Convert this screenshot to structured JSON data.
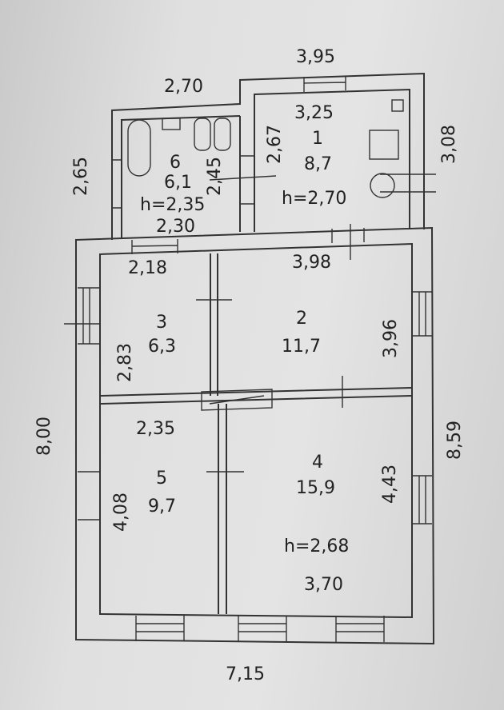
{
  "plan": {
    "kitchen": {
      "number": "1",
      "area": "8,7",
      "width": "3,25",
      "depth": "2,67",
      "height": "h=2,70"
    },
    "bathroom": {
      "number": "6",
      "area": "6,1",
      "width": "2,30",
      "depth": "2,45",
      "height": "h=2,35"
    },
    "room2": {
      "number": "2",
      "area": "11,7",
      "width": "3,98",
      "depth": "3,96"
    },
    "room3": {
      "number": "3",
      "area": "6,3",
      "width": "2,18",
      "depth": "2,83"
    },
    "room4": {
      "number": "4",
      "area": "15,9",
      "width": "3,70",
      "depth": "4,43",
      "height": "h=2,68"
    },
    "room5": {
      "number": "5",
      "area": "9,7",
      "width": "2,35",
      "depth": "4,08"
    },
    "outer": {
      "annex_width_right": "3,95",
      "annex_width_left": "2,70",
      "annex_depth_left": "2,65",
      "annex_depth_right": "3,08",
      "total_length_left": "8,00",
      "total_length_right": "8,59",
      "total_width": "7,15"
    }
  }
}
